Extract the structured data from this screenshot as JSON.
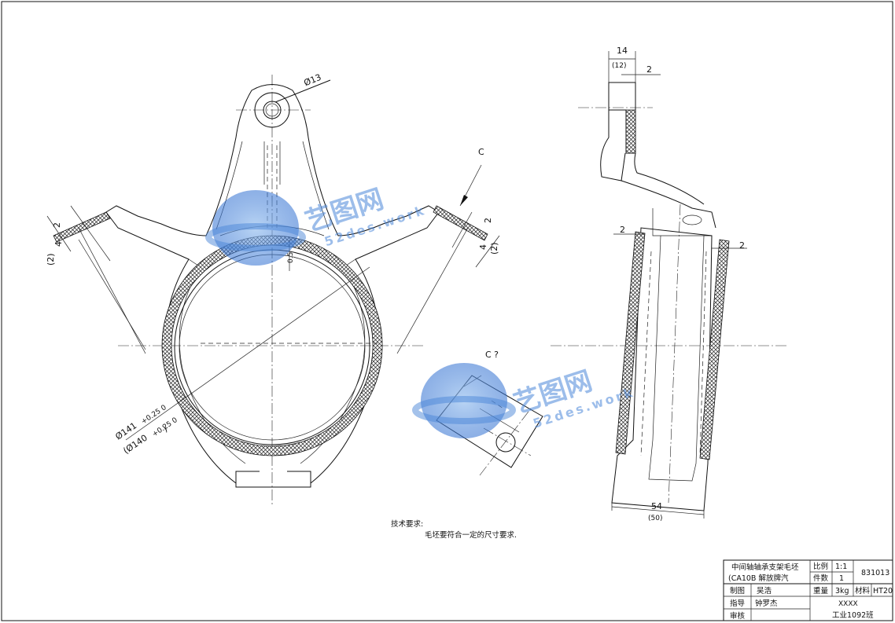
{
  "drawing": {
    "front_view": {
      "dim_hole": "Ø13",
      "dim_left_top": "2",
      "dim_left_mid": "4",
      "dim_left_paren": "(2)",
      "dim_right_top": "2",
      "dim_right_mid": "4",
      "dim_right_paren": "(2)",
      "dim_inner": "0.5",
      "dim_bore": "Ø141",
      "dim_bore_tol": "+0.25\n0",
      "dim_bore_paren": "(Ø140",
      "dim_bore_paren_tol": "+0.25\n0",
      "dim_bore_close": ")",
      "view_arrow_label": "C"
    },
    "detail_view": {
      "label": "C ?"
    },
    "side_view": {
      "dim_top": "14",
      "dim_top_paren": "(12)",
      "dim_top_right": "2",
      "dim_mid_left": "2",
      "dim_mid_right": "2",
      "dim_bottom": "54",
      "dim_bottom_paren": "(50)"
    }
  },
  "notes": {
    "title": "技术要求:",
    "line1": "毛坯要符合一定的尺寸要求."
  },
  "title_block": {
    "part_name_1": "中间轴轴承支架毛坯",
    "part_name_2": "(CA10B 解放牌汽",
    "scale_label": "比例",
    "scale_value": "1:1",
    "qty_label": "件数",
    "qty_value": "1",
    "drawing_no": "831013",
    "draw_label": "制图",
    "draw_name": "吴浩",
    "weight_label": "重量",
    "weight_value": "3kg",
    "material_label": "材料",
    "material_value": "HT20",
    "guide_label": "指导",
    "guide_name": "钟罗杰",
    "school": "XXXX",
    "class": "工业1092班",
    "review_label": "审核"
  },
  "watermark": {
    "brand": "艺图网",
    "url": "52des.work"
  }
}
